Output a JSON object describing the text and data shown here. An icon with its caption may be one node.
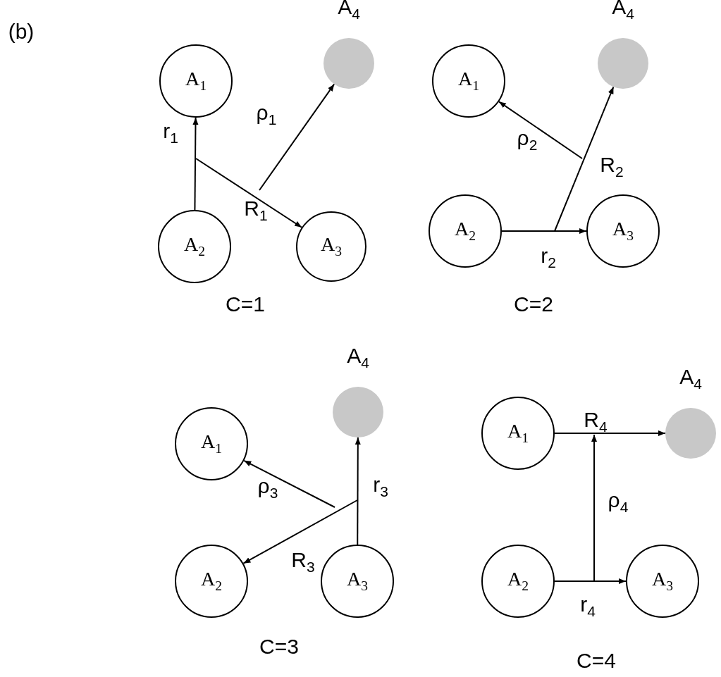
{
  "diagram": {
    "nodes": [
      {
        "text": [
          "A$_{1}$"
        ]
      },
      {
        "text": [
          "A$_{2}$"
        ]
      },
      {
        "text": [
          "A$_{3}$"
        ]
      },
      {
        "text": [
          "A$_{4}$"
        ]
      },
      {
        "text": [
          "A$_{1}$"
        ]
      },
      {
        "text": [
          "A$_{2}$"
        ]
      },
      {
        "text": [
          "A$_{3}$"
        ]
      },
      {
        "text": [
          "A$_{4}$"
        ]
      },
      {
        "text": [
          "A$_{1}$"
        ]
      },
      {
        "text": [
          "A$_{2}$"
        ]
      },
      {
        "text": [
          "A$_{3}$"
        ]
      },
      {
        "text": [
          "A$_{4}$"
        ]
      },
      {
        "text": [
          "A$_{1}$"
        ]
      },
      {
        "text": [
          "A$_{2}$"
        ]
      },
      {
        "text": [
          "A$_{3}$"
        ]
      },
      {
        "text": [
          "A$_{4}$"
        ]
      }
    ],
    "edges": [
      {
        "from": 1,
        "to": 0,
        "arrow": "to",
        "label": "r$_{1}$"
      },
      {
        "from": null,
        "to": 2,
        "arrow": "to",
        "label": "R$_{1}$"
      },
      {
        "from": null,
        "to": 3,
        "arrow": "to",
        "label": "ρ$_{1}$"
      },
      {
        "from": 5,
        "to": 6,
        "arrow": "to",
        "label": "r$_{2}$"
      },
      {
        "from": null,
        "to": 7,
        "arrow": "to",
        "label": "R$_{2}$"
      },
      {
        "from": null,
        "to": 4,
        "arrow": "to",
        "label": "ρ$_{2}$"
      },
      {
        "from": 10,
        "to": 11,
        "arrow": "to",
        "label": "r$_{3}$"
      },
      {
        "from": null,
        "to": 9,
        "arrow": "to",
        "label": "R$_{3}$"
      },
      {
        "from": null,
        "to": 8,
        "arrow": "to",
        "label": "ρ$_{3}$"
      },
      {
        "from": 13,
        "to": 14,
        "arrow": "to",
        "label": "r$_{4}$"
      },
      {
        "from": 12,
        "to": 15,
        "arrow": "to",
        "label": "R$_{4}$"
      }
    ],
    "labels": [
      "(b)",
      "C=1",
      "C=2",
      "ρ$_{4}$",
      "C=3",
      "C=4"
    ]
  }
}
